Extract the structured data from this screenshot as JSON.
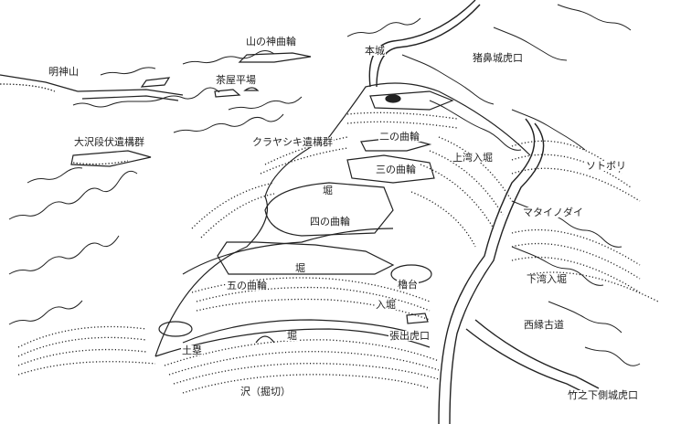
{
  "colors": {
    "ink": "#222222",
    "paper": "#ffffff"
  },
  "labels": {
    "yamanokami": "山の神曲輪",
    "honjo": "本城",
    "inohana": "猪鼻城虎口",
    "myojinyama": "明神山",
    "chaya": "茶屋平場",
    "osawa": "大沢段伏遺構群",
    "kurayashiki": "クラヤシキ遺構群",
    "ninokuruwa": "二の曲輪",
    "kamiwan": "上湾入堀",
    "sotobori": "ソトボリ",
    "sannokuruwa": "三の曲輪",
    "hori1": "堀",
    "yonnokuruwa": "四の曲輪",
    "mataino": "マタイノダイ",
    "hori2": "堀",
    "gonokuruwa": "五の曲輪",
    "yagura": "櫓台",
    "shimowan": "下湾入堀",
    "irihori": "入堀",
    "haridashi": "張出虎口",
    "nishiberi": "西縁古道",
    "dorui": "土塁",
    "hori3": "堀",
    "sawa": "沢（掘切）",
    "takenoshita": "竹之下側城虎口"
  }
}
